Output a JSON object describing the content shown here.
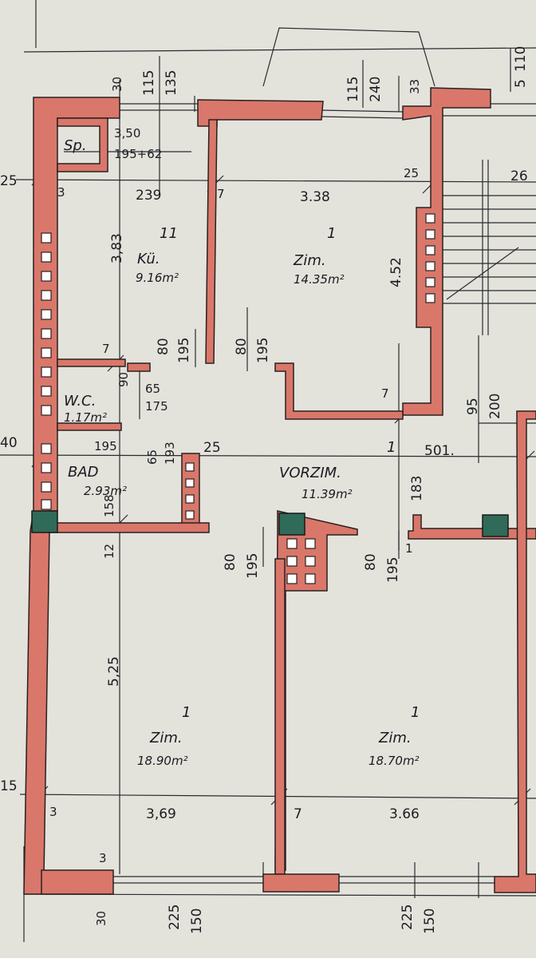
{
  "rooms": {
    "sp": {
      "label": "Sp."
    },
    "kueche": {
      "label": "Kü.",
      "area": "9.16m²",
      "number": "11"
    },
    "zim_top": {
      "label": "Zim.",
      "area": "14.35m²",
      "number": "1"
    },
    "wc": {
      "label": "W.C.",
      "area": "1.17m²"
    },
    "bad": {
      "label": "BAD",
      "area": "2.93m²"
    },
    "vorzim": {
      "label": "VORZIM.",
      "area": "11.39m²",
      "number": "1"
    },
    "zim_left": {
      "label": "Zim.",
      "area": "18.90m²",
      "number": "1"
    },
    "zim_right": {
      "label": "Zim.",
      "area": "18.70m²",
      "number": "1"
    }
  },
  "dimensions": {
    "d_115a": "115",
    "d_135": "135",
    "d_30a": "30",
    "d_3_50": "3,50",
    "d_195_62": "195+62",
    "d_115b": "115",
    "d_240": "240",
    "d_33": "33",
    "d_110": "110",
    "d_5": "5",
    "d_25a": "25",
    "d_3a": "3",
    "d_239": "239",
    "d_7a": "7",
    "d_338": "3.38",
    "d_25b": "25",
    "d_26": "26",
    "d_383": "3,83",
    "d_452": "4.52",
    "d_80a": "80",
    "d_195a": "195",
    "d_80b": "80",
    "d_195b": "195",
    "d_7b": "7",
    "d_90": "90",
    "d_65a": "65",
    "d_175": "175",
    "d_7c": "7",
    "d_95": "95",
    "d_200": "200",
    "d_40": "40",
    "d_195c": "195",
    "d_65b": "65",
    "d_193": "193",
    "d_25c": "25",
    "d_501": "501.",
    "d_183": "183",
    "d_158": "158",
    "d_12": "12",
    "d_80c": "80",
    "d_195d": "195",
    "d_80d": "80",
    "d_195e": "195",
    "d_1": "1",
    "d_525": "5,25",
    "d_15": "15",
    "d_3b": "3",
    "d_369": "3,69",
    "d_7d": "7",
    "d_366": "3.66",
    "d_3c": "3",
    "d_30b": "30",
    "d_225a": "225",
    "d_150a": "150",
    "d_225b": "225",
    "d_150b": "150"
  },
  "colors": {
    "paper": "#e3e3dc",
    "wall": "#d9776a",
    "column": "#2f6b58",
    "ink": "#1d1d22"
  }
}
